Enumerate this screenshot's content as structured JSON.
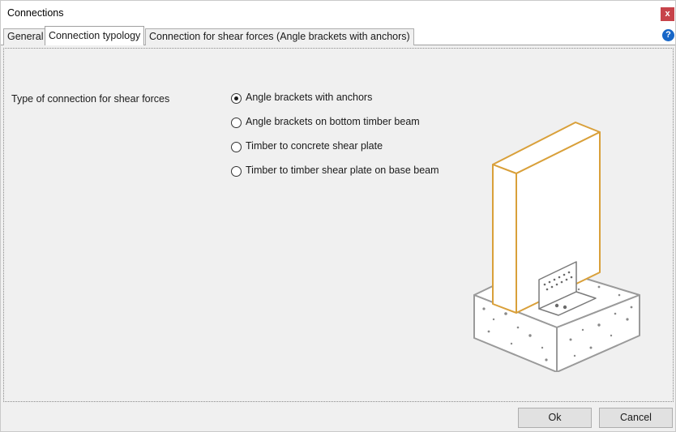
{
  "window": {
    "title": "Connections",
    "close_label": "x"
  },
  "tabs": [
    {
      "label": "General"
    },
    {
      "label": "Connection typology"
    },
    {
      "label": "Connection for shear forces (Angle brackets with anchors)"
    }
  ],
  "help_icon": {
    "glyph": "?",
    "icon": "help-icon"
  },
  "form": {
    "label": "Type of connection for shear forces",
    "options": [
      {
        "label": "Angle brackets with anchors",
        "selected": true
      },
      {
        "label": "Angle brackets on bottom timber beam",
        "selected": false
      },
      {
        "label": "Timber to concrete shear plate",
        "selected": false
      },
      {
        "label": "Timber to timber shear plate on base beam",
        "selected": false
      }
    ]
  },
  "buttons": {
    "ok": "Ok",
    "cancel": "Cancel"
  },
  "colors": {
    "timber_outline": "#d9a03a",
    "concrete_outline": "#9a9a9a",
    "close_bg": "#c7434a",
    "help_bg": "#1766c7"
  }
}
